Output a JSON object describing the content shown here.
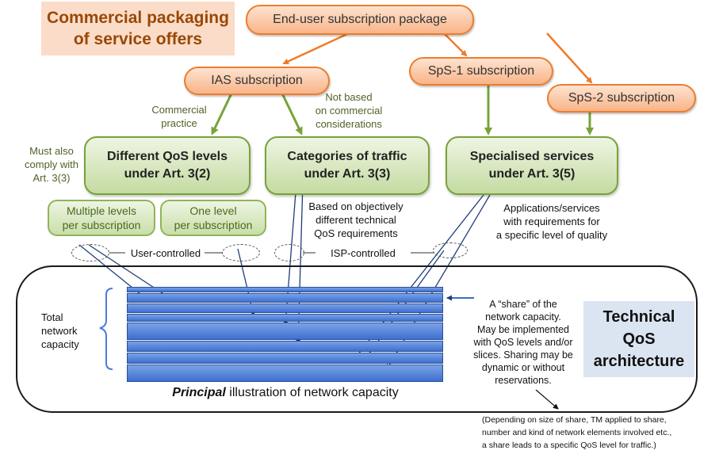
{
  "header": {
    "title_line1": "Commercial packaging",
    "title_line2": "of service offers"
  },
  "packages": {
    "end_user": "End-user subscription package",
    "ias": "IAS subscription",
    "sps1": "SpS-1 subscription",
    "sps2": "SpS-2 subscription"
  },
  "categories": {
    "qos_levels_line1": "Different QoS levels",
    "qos_levels_line2": "under Art. 3(2)",
    "traffic_line1": "Categories of traffic",
    "traffic_line2": "under Art. 3(3)",
    "specialised_line1": "Specialised services",
    "specialised_line2": "under Art. 3(5)"
  },
  "sublevels": {
    "multiple_line1": "Multiple levels",
    "multiple_line2": "per subscription",
    "one_line1": "One level",
    "one_line2": "per subscription"
  },
  "annotations": {
    "commercial_line1": "Commercial",
    "commercial_line2": "practice",
    "not_based_line1": "Not based",
    "not_based_line2": "on commercial",
    "not_based_line3": "considerations",
    "must_comply_line1": "Must also",
    "must_comply_line2": "comply with",
    "must_comply_line3": "Art. 3(3)",
    "based_line1": "Based on objectively",
    "based_line2": "different technical",
    "based_line3": "QoS requirements",
    "apps_line1": "Applications/services",
    "apps_line2": "with  requirements for",
    "apps_line3": "a specific level of quality",
    "user_controlled": "User-controlled",
    "isp_controlled": "ISP-controlled"
  },
  "capacity": {
    "total_line1": "Total",
    "total_line2": "network",
    "total_line3": "capacity",
    "caption_emph": "Principal",
    "caption_rest": " illustration of network capacity",
    "share_lines": [
      "A “share” of the",
      "network capacity.",
      "May be implemented",
      "with QoS levels and/or",
      "slices. Sharing may be",
      "dynamic or without",
      "reservations."
    ],
    "tech_line1": "Technical",
    "tech_line2": "QoS",
    "tech_line3": "architecture",
    "footnote_lines": [
      "(Depending on size of share, TM applied to share,",
      "number  and kind of network elements  involved etc.,",
      "a share leads to a specific QoS level for traffic.)"
    ]
  },
  "colors": {
    "orange_border": "#ee7c2c",
    "green_border": "#77a33a",
    "bar_blue": "#4a7bd8",
    "title_brown": "#984806",
    "tech_bg": "#dbe5f1"
  }
}
